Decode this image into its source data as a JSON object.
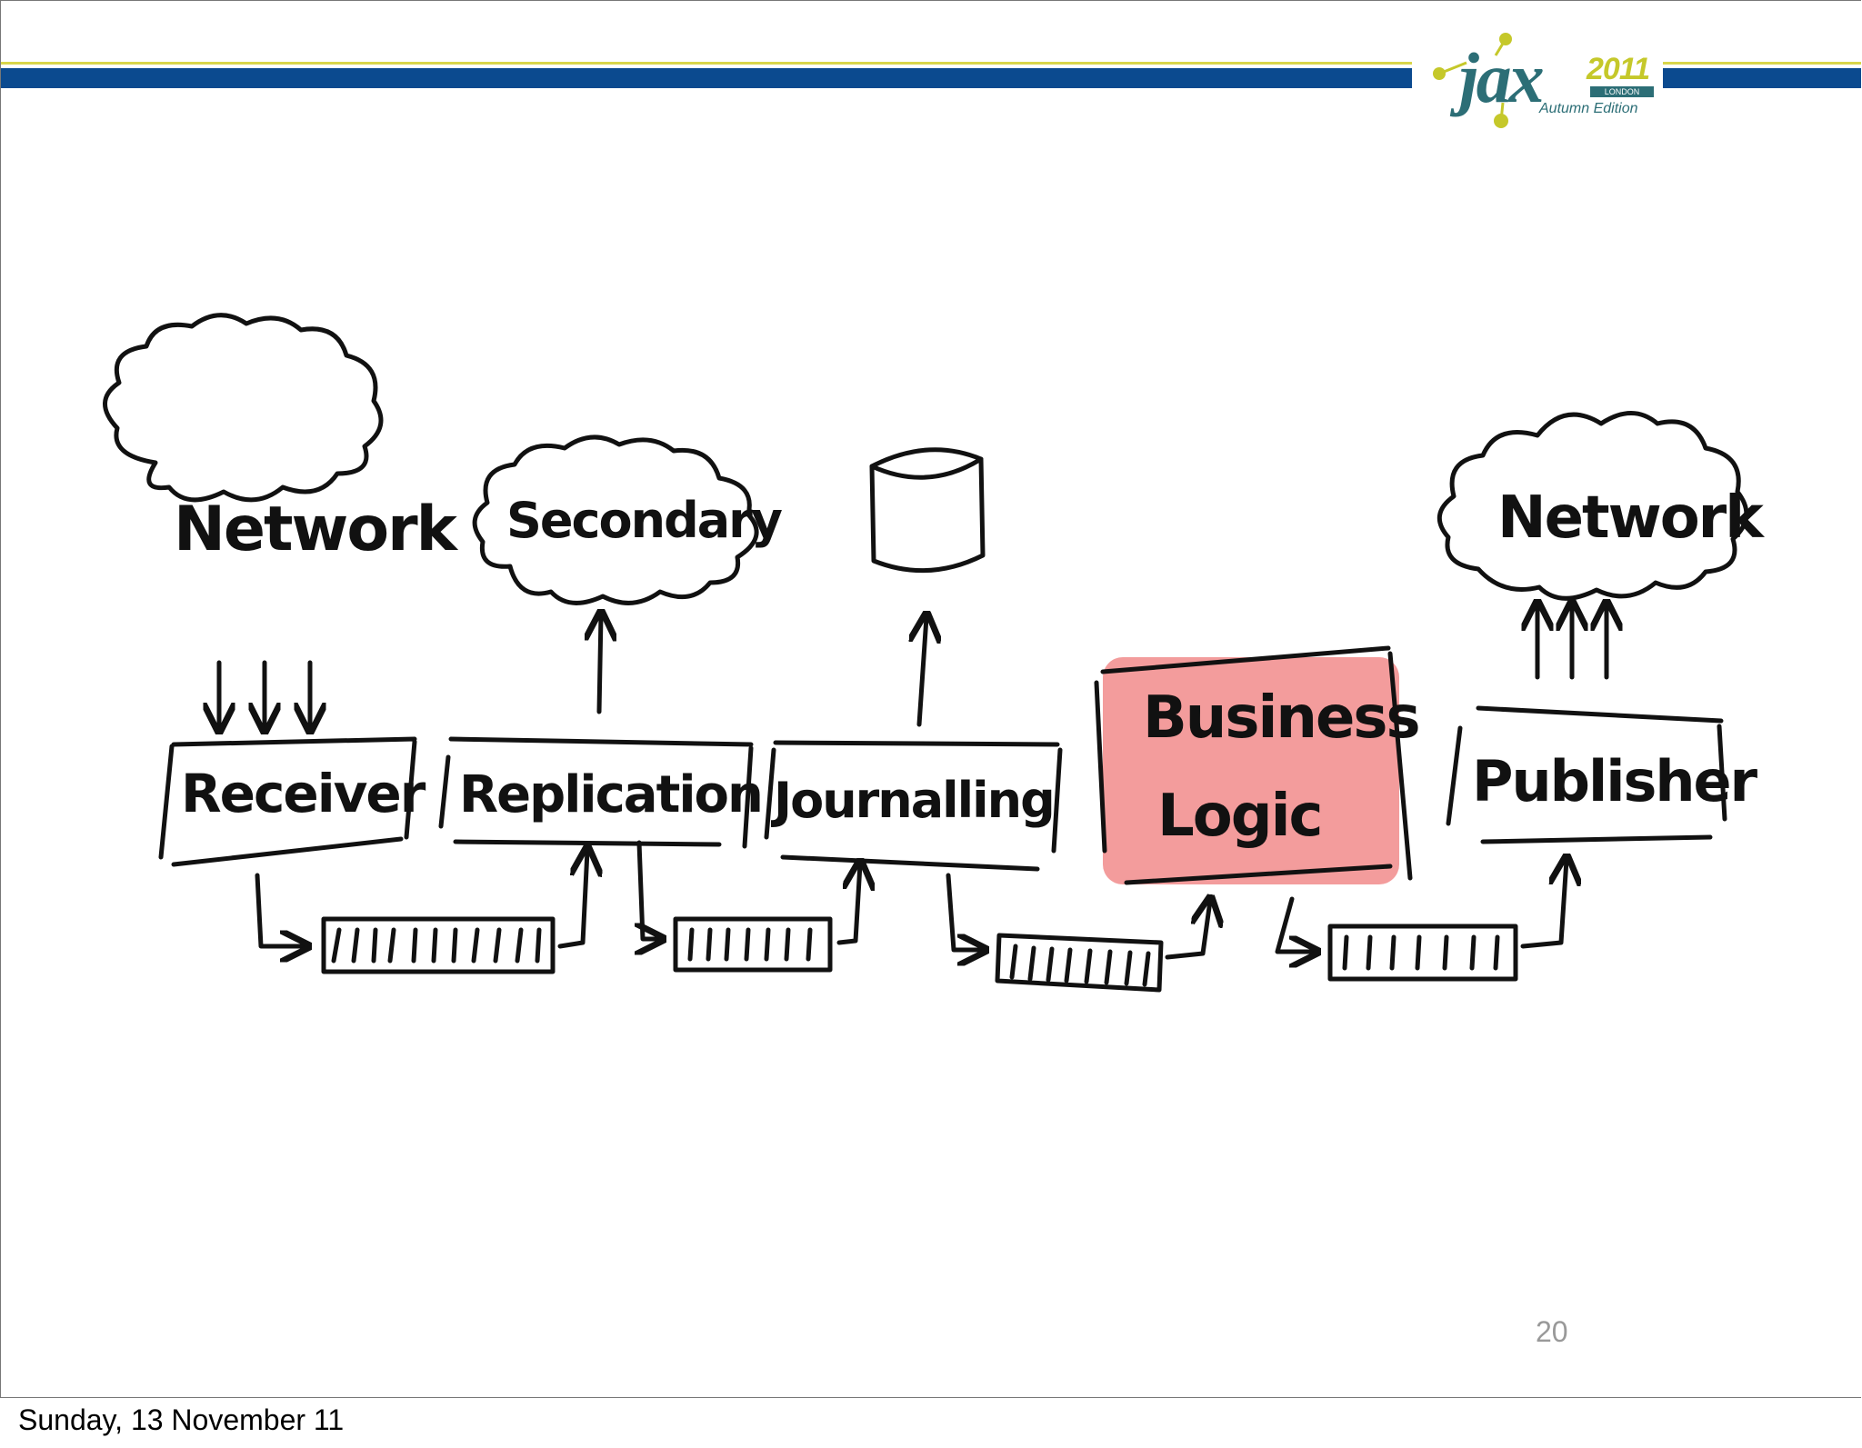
{
  "header": {
    "logo": {
      "word": "jax",
      "year": "2011",
      "city": "LONDON",
      "edition": "Autumn Edition"
    }
  },
  "diagram": {
    "clouds": {
      "network_in": "Network",
      "secondary": "Secondary",
      "network_out": "Network"
    },
    "stages": {
      "receiver": "Receiver",
      "replication": "Replication",
      "journalling": "Journalling",
      "business_line1": "Business",
      "business_line2": "Logic",
      "publisher": "Publisher"
    },
    "highlight_color": "#f08080"
  },
  "slide_number": "20",
  "footer": {
    "date": "Sunday, 13 November 11"
  }
}
